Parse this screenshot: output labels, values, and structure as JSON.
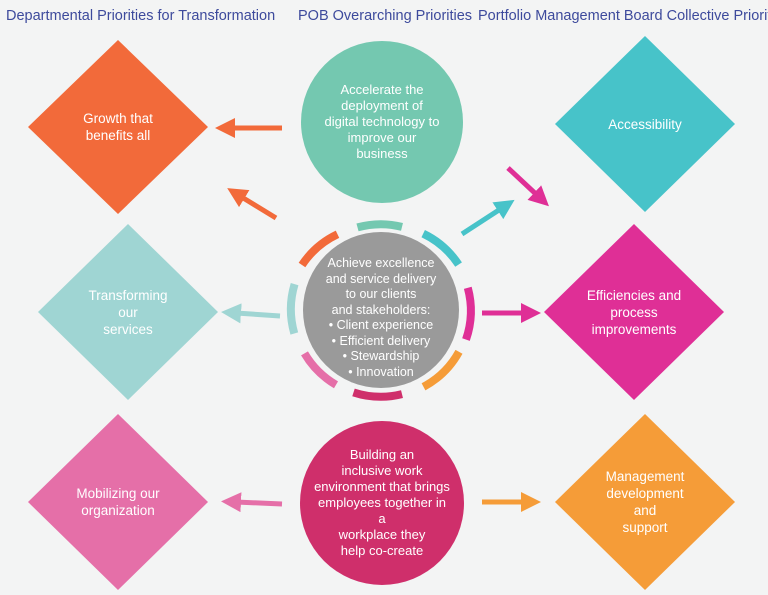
{
  "headers": {
    "left": "Departmental Priorities for Transformation",
    "middle": "POB Overarching Priorities",
    "right": "Portfolio Management Board Collective Priorities"
  },
  "left_diamonds": [
    {
      "label": "Growth that\nbenefits all",
      "color": "#f26a3a"
    },
    {
      "label": "Transforming our\nservices",
      "color": "#9fd5d3"
    },
    {
      "label": "Mobilizing our\norganization",
      "color": "#e56fa8"
    }
  ],
  "right_diamonds": [
    {
      "label": "Accessibility",
      "color": "#47c3c9"
    },
    {
      "label": "Efficiencies and\nprocess\nimprovements",
      "color": "#df2f96"
    },
    {
      "label": "Management\ndevelopment and\nsupport",
      "color": "#f59c38"
    }
  ],
  "top_circle": {
    "label": "Accelerate the\ndeployment of\ndigital technology to\nimprove our\nbusiness",
    "color": "#74c8b0"
  },
  "bottom_circle": {
    "label": "Building an\ninclusive work\nenvironment that brings\nemployees together in a\nworkplace they\nhelp co-create",
    "color": "#cf2f6b"
  },
  "center": {
    "color": "#9a9a9a",
    "lines": [
      "Achieve excellence",
      "and service delivery",
      "to our clients",
      "and stakeholders:",
      "• Client experience",
      "• Efficient delivery",
      "• Stewardship",
      "• Innovation"
    ]
  }
}
